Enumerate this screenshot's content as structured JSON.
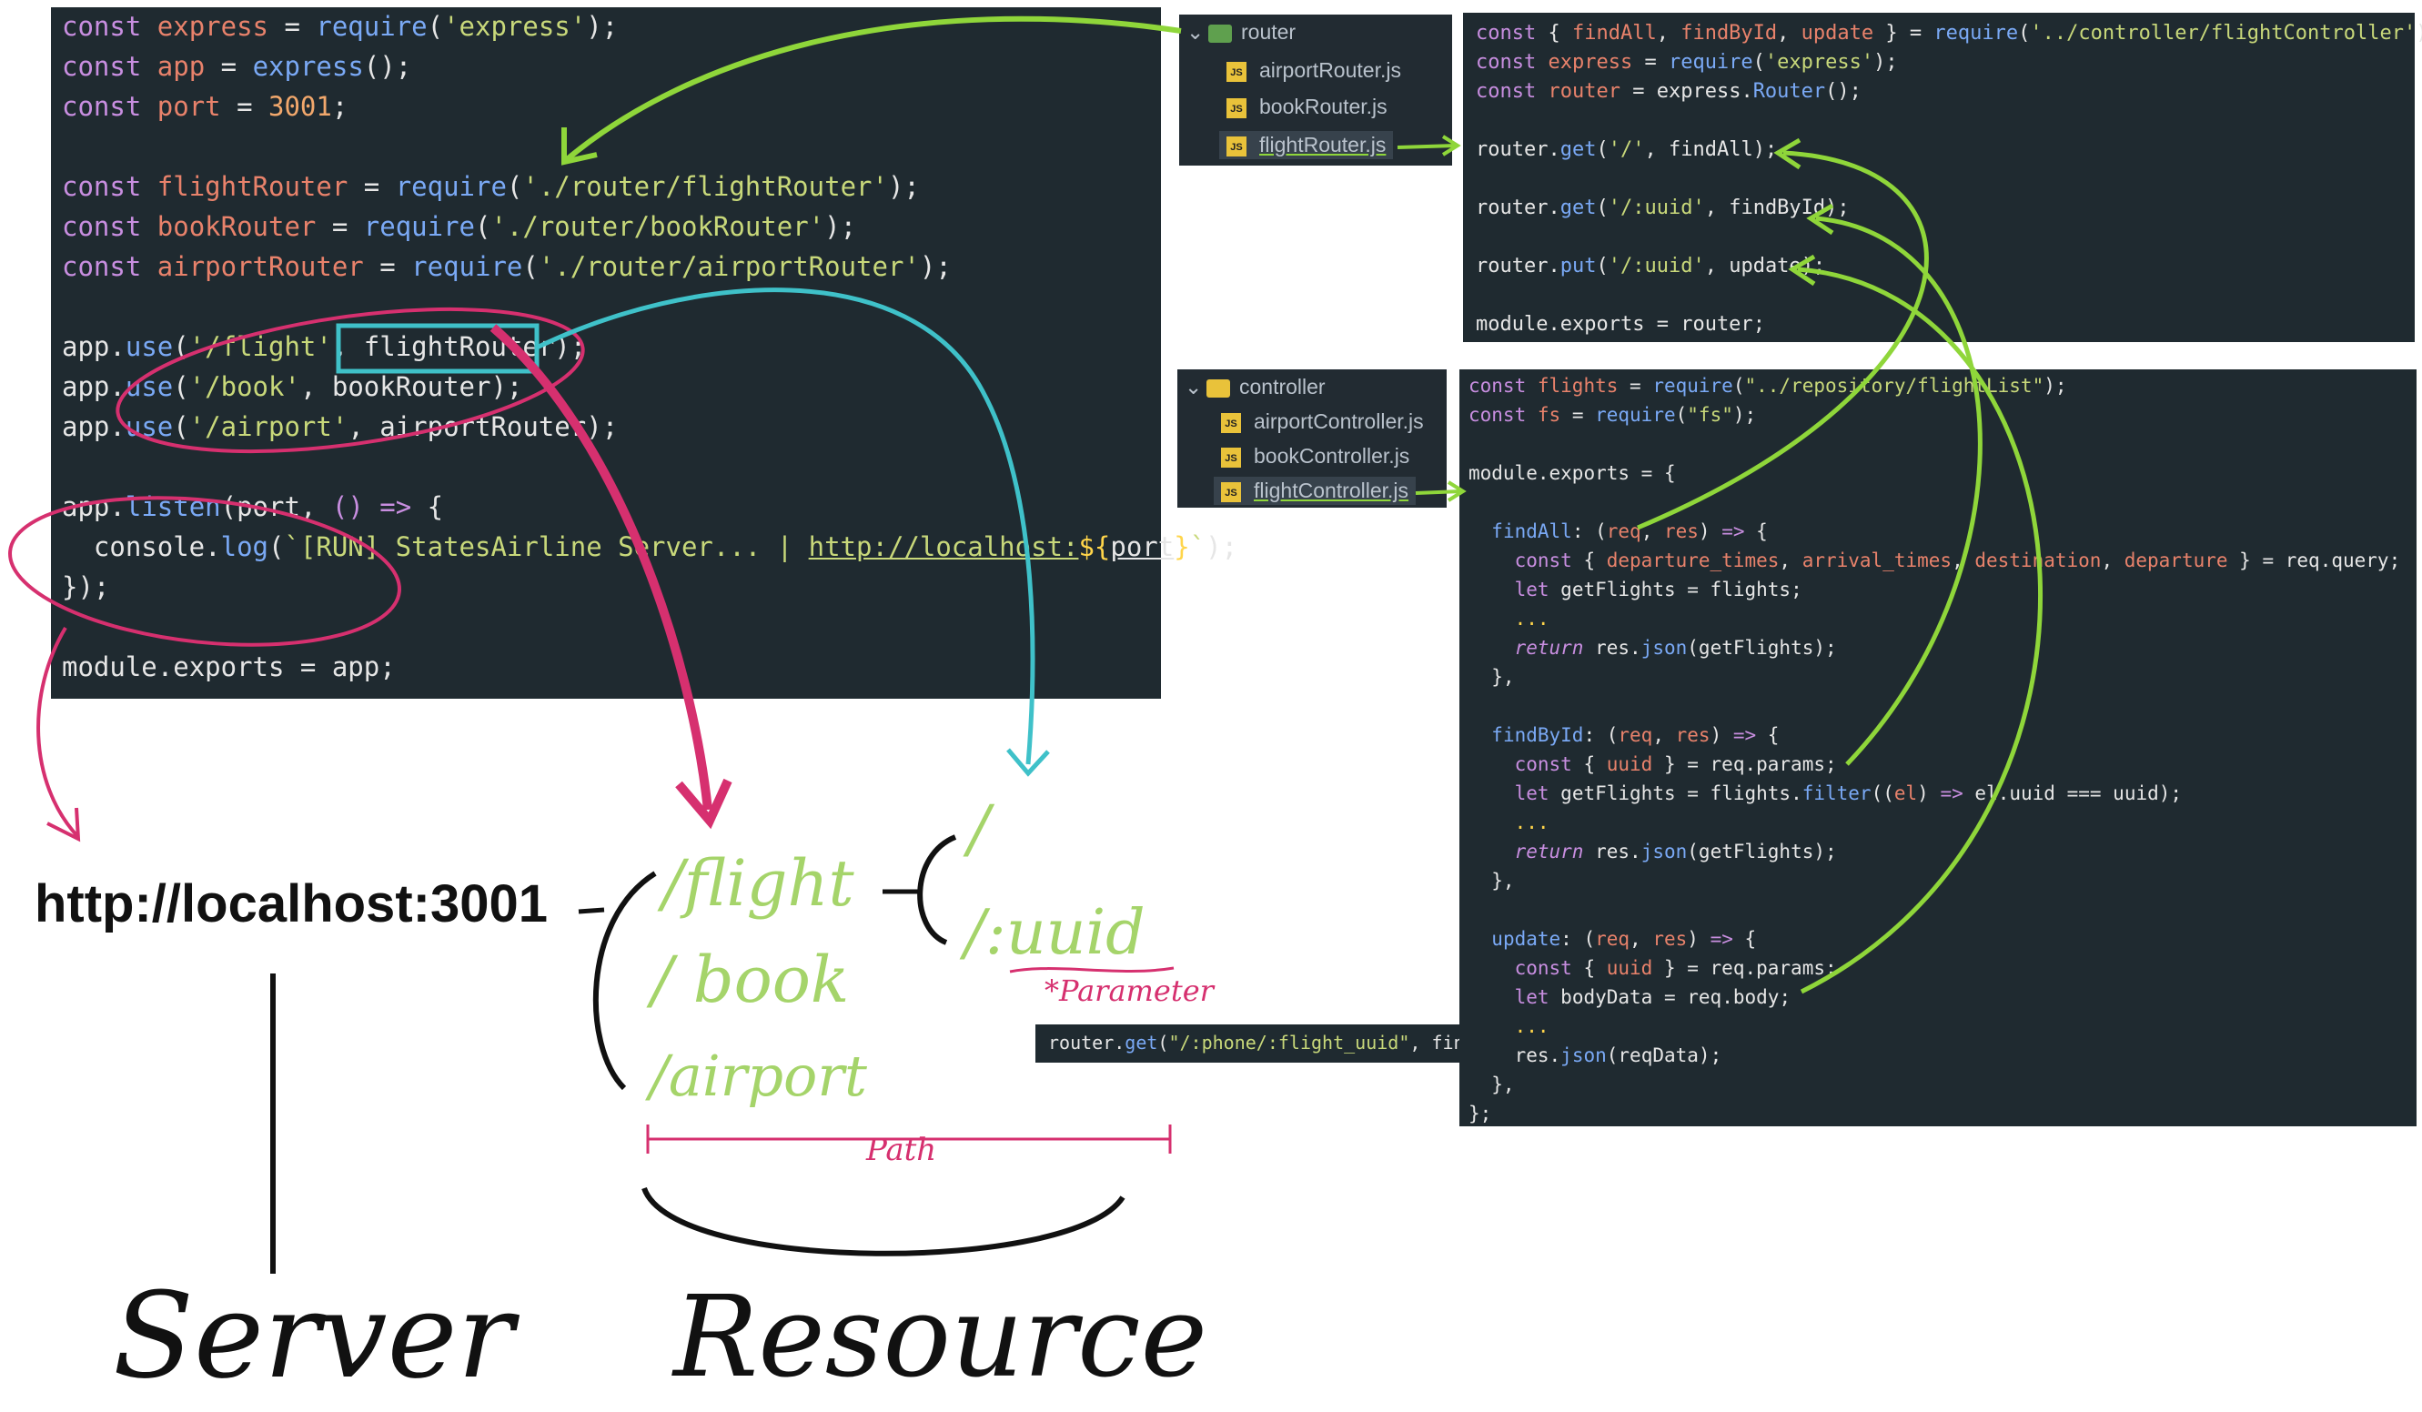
{
  "main_code": {
    "lines": [
      "const express = require('express');",
      "const app = express();",
      "const port = 3001;",
      "",
      "const flightRouter = require('./router/flightRouter');",
      "const bookRouter = require('./router/bookRouter');",
      "const airportRouter = require('./router/airportRouter');",
      "",
      "app.use('/flight', flightRouter);",
      "app.use('/book', bookRouter);",
      "app.use('/airport', airportRouter);",
      "",
      "app.listen(port, () => {",
      "  console.log(`[RUN] StatesAirline Server... | http://localhost:${port}`);",
      "});",
      "",
      "module.exports = app;"
    ]
  },
  "router_tree": {
    "folder": "router",
    "files": [
      "airportRouter.js",
      "bookRouter.js",
      "flightRouter.js"
    ]
  },
  "router_code": {
    "lines": [
      "const { findAll, findById, update } = require('../controller/flightController');",
      "const express = require('express');",
      "const router = express.Router();",
      "",
      "router.get('/', findAll);",
      "",
      "router.get('/:uuid', findById);",
      "",
      "router.put('/:uuid', update);",
      "",
      "module.exports = router;"
    ]
  },
  "controller_tree": {
    "folder": "controller",
    "files": [
      "airportController.js",
      "bookController.js",
      "flightController.js"
    ]
  },
  "controller_code": {
    "lines": [
      "const flights = require(\"../repository/flightList\");",
      "const fs = require(\"fs\");",
      "",
      "module.exports = {",
      "",
      "  findAll: (req, res) => {",
      "    const { departure_times, arrival_times, destination, departure } = req.query;",
      "    let getFlights = flights;",
      "    ...",
      "    return res.json(getFlights);",
      "  },",
      "",
      "  findById: (req, res) => {",
      "    const { uuid } = req.params;",
      "    let getFlights = flights.filter((el) => el.uuid === uuid);",
      "    ...",
      "    return res.json(getFlights);",
      "  },",
      "",
      "  update: (req, res) => {",
      "    const { uuid } = req.params;",
      "    let bodyData = req.body;",
      "    ...",
      "    res.json(reqData);",
      "  },",
      "};"
    ]
  },
  "snippet": {
    "text": "router.get(\"/:phone/:flight_uuid\", findB"
  },
  "annotations": {
    "base_url": "http://localhost:3001",
    "path_flight": "/flight",
    "path_book": "/ book",
    "path_airport": "/airport",
    "sub_root": "/",
    "sub_uuid": "/:uuid",
    "parameter_note": "*Parameter",
    "path_label": "Path",
    "server_label": "Server",
    "resource_label": "Resource"
  },
  "colors": {
    "panel_bg": "#1f2a30",
    "green_arrow": "#8fd63a",
    "pink_arrow": "#d6306f",
    "cyan_arrow": "#3fc1c9",
    "path_green": "#a5d46a",
    "file_badge": "#e9c23a"
  }
}
